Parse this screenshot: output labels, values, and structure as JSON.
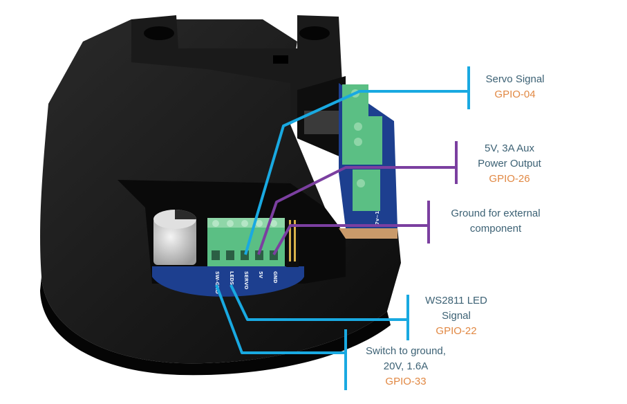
{
  "labels": {
    "servo": {
      "title": "Servo Signal",
      "gpio": "GPIO-04"
    },
    "aux": {
      "line1": "5V, 3A Aux",
      "line2": "Power Output",
      "gpio": "GPIO-26"
    },
    "ground": {
      "line1": "Ground for external",
      "line2": "component"
    },
    "led": {
      "line1": "WS2811 LED",
      "line2": "Signal",
      "gpio": "GPIO-22"
    },
    "switch": {
      "line1": "Switch to ground,",
      "line2": "20V, 1.6A",
      "gpio": "GPIO-33"
    }
  },
  "pcb_labels": {
    "sw_gnd": "SW-GND",
    "leds": "LEDS",
    "servo": "SERVO",
    "v5": "5V",
    "gnd": "GND",
    "side": "7v~18V"
  },
  "colors": {
    "cyan_line": "#19a9e1",
    "purple_line": "#7b3fa0",
    "label_text": "#3c6174",
    "gpio_text": "#e18843",
    "housing": "#141414",
    "pcb": "#1d3f8f",
    "terminal": "#5bbf84"
  }
}
